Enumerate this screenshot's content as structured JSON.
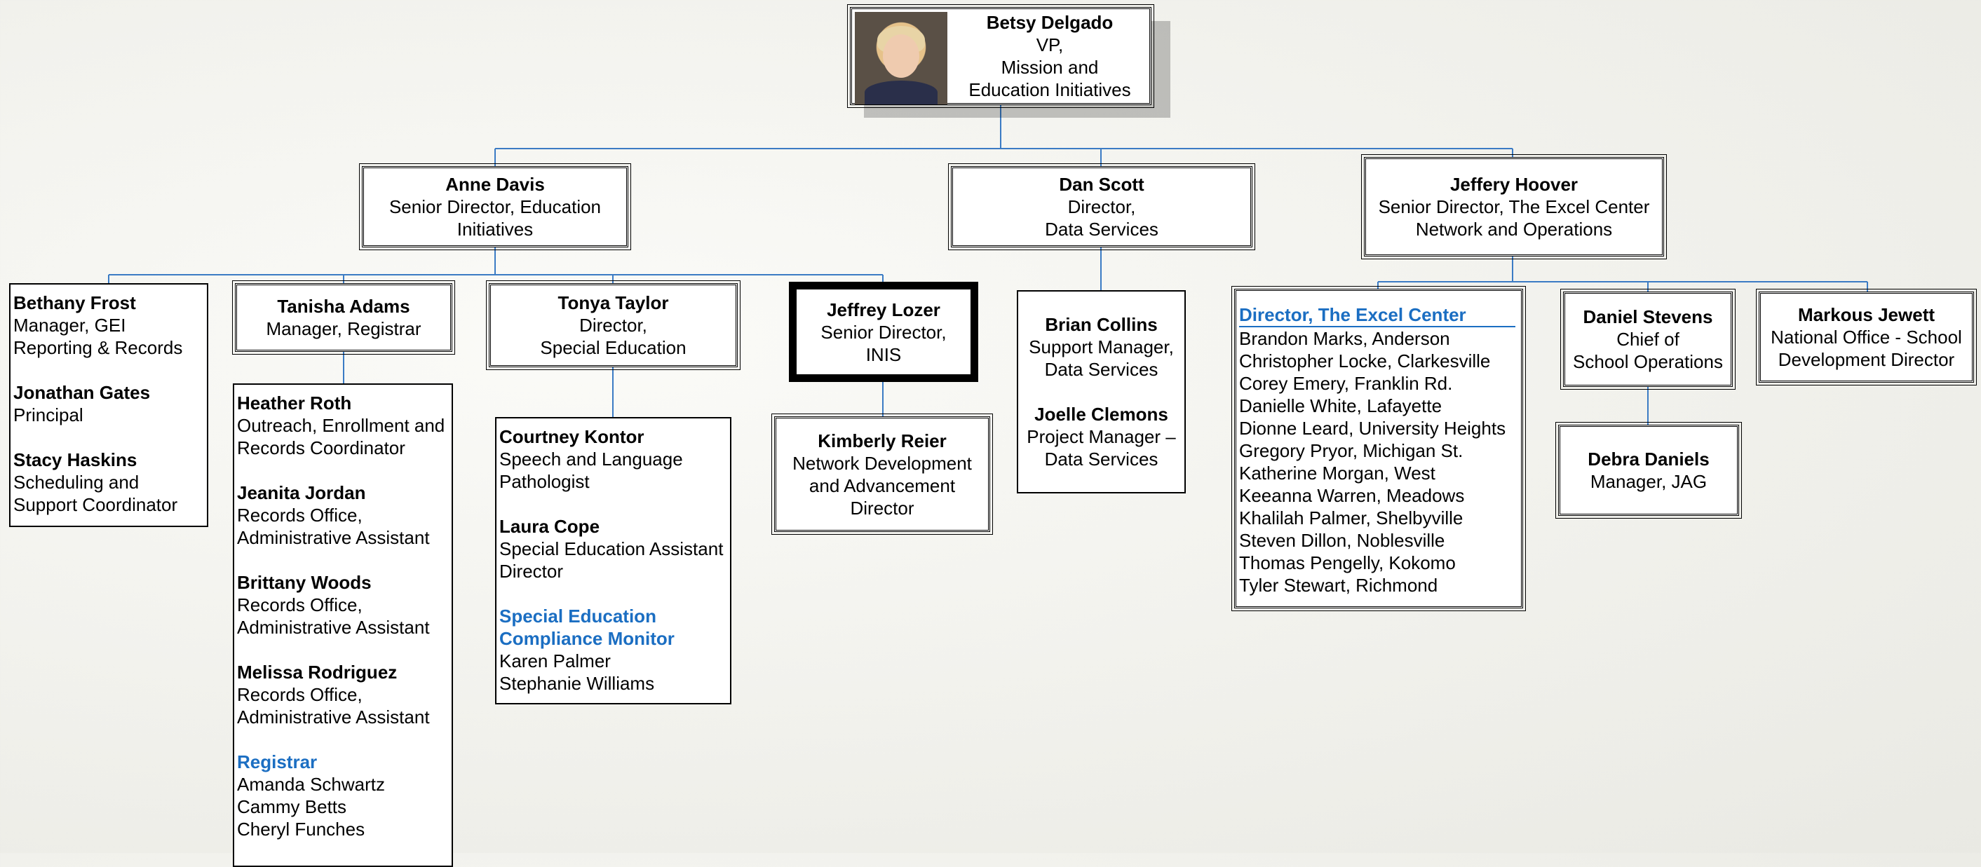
{
  "ceo": {
    "name": "Betsy Delgado",
    "line1": "VP,",
    "line2": "Mission and",
    "line3": "Education Initiatives"
  },
  "anne": {
    "name": "Anne Davis",
    "line1": "Senior Director, Education",
    "line2": "Initiatives"
  },
  "dan": {
    "name": "Dan Scott",
    "line1": "Director,",
    "line2": "Data Services"
  },
  "jeffery": {
    "name": "Jeffery Hoover",
    "line1": "Senior Director, The Excel Center",
    "line2": "Network and Operations"
  },
  "bethany_group": [
    {
      "name": "Bethany Frost",
      "l1": "Manager, GEI",
      "l2": "Reporting & Records"
    },
    {
      "name": "Jonathan Gates",
      "l1": "Principal",
      "l2": ""
    },
    {
      "name": "Stacy Haskins",
      "l1": "Scheduling and",
      "l2": "Support Coordinator"
    }
  ],
  "tanisha": {
    "name": "Tanisha Adams",
    "line1": "Manager, Registrar"
  },
  "tanisha_reports": [
    {
      "name": "Heather Roth",
      "l1": "Outreach, Enrollment and",
      "l2": "Records Coordinator"
    },
    {
      "name": "Jeanita Jordan",
      "l1": "Records Office,",
      "l2": "Administrative Assistant"
    },
    {
      "name": "Brittany Woods",
      "l1": "Records Office,",
      "l2": "Administrative Assistant"
    },
    {
      "name": "Melissa Rodriguez",
      "l1": "Records Office,",
      "l2": "Administrative Assistant"
    }
  ],
  "registrar": {
    "title": "Registrar",
    "names": [
      "Amanda Schwartz",
      "Cammy Betts",
      "Cheryl Funches"
    ]
  },
  "tonya": {
    "name": "Tonya Taylor",
    "line1": "Director,",
    "line2": "Special Education"
  },
  "tonya_reports": [
    {
      "name": "Courtney Kontor",
      "l1": "Speech and Language",
      "l2": "Pathologist"
    },
    {
      "name": "Laura Cope",
      "l1": "Special Education Assistant",
      "l2": "Director"
    }
  ],
  "compliance": {
    "title1": "Special Education",
    "title2": "Compliance Monitor",
    "names": [
      "Karen Palmer",
      "Stephanie Williams"
    ]
  },
  "jeffrey_lozer": {
    "name": "Jeffrey Lozer",
    "line1": "Senior Director,",
    "line2": "INIS"
  },
  "kimberly": {
    "name": "Kimberly Reier",
    "line1": "Network Development",
    "line2": "and Advancement",
    "line3": "Director"
  },
  "dan_reports": [
    {
      "name": "Brian Collins",
      "l1": "Support Manager,",
      "l2": "Data Services"
    },
    {
      "name": "Joelle Clemons",
      "l1": "Project Manager –",
      "l2": "Data Services"
    }
  ],
  "excel_center": {
    "title": "Director, The Excel Center",
    "names": [
      "Brandon Marks, Anderson",
      "Christopher Locke, Clarkesville",
      "Corey Emery, Franklin Rd.",
      "Danielle White, Lafayette",
      "Dionne Leard, University Heights",
      "Gregory Pryor, Michigan St.",
      "Katherine Morgan, West",
      "Keeanna Warren, Meadows",
      "Khalilah Palmer, Shelbyville",
      "Steven Dillon, Noblesville",
      "Thomas Pengelly, Kokomo",
      "Tyler Stewart, Richmond"
    ]
  },
  "daniel": {
    "name": "Daniel Stevens",
    "line1": "Chief of",
    "line2": "School Operations"
  },
  "debra": {
    "name": "Debra Daniels",
    "line1": "Manager, JAG"
  },
  "markous": {
    "name": "Markous Jewett",
    "line1": "National Office - School",
    "line2": "Development Director"
  },
  "colors": {
    "connector": "#3b7bc4",
    "accent": "#1b6ec2"
  }
}
